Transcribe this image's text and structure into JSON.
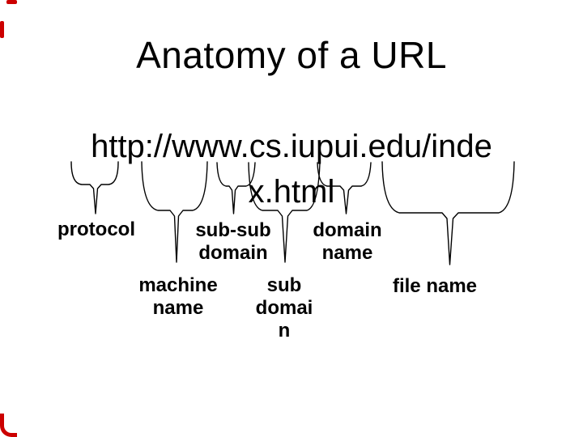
{
  "slide": {
    "title": "Anatomy of a URL",
    "url": {
      "full": "http://www.cs.iupui.edu/index.html",
      "line1": "http://www.cs.iupui.edu/inde",
      "line2": "x.html"
    },
    "annotations": {
      "protocol": {
        "lines": [
          "protocol"
        ]
      },
      "machine_name": {
        "lines": [
          "machine",
          "name"
        ]
      },
      "sub_sub_domain": {
        "lines": [
          "sub-sub",
          "domain"
        ]
      },
      "sub_domain": {
        "lines": [
          "sub",
          "domai",
          "n"
        ]
      },
      "domain_name": {
        "lines": [
          "domain",
          "name"
        ]
      },
      "file_name": {
        "lines": [
          "file name"
        ]
      }
    },
    "colors": {
      "text": "#000000",
      "background": "#ffffff",
      "border_accent": "#cc0000"
    }
  }
}
